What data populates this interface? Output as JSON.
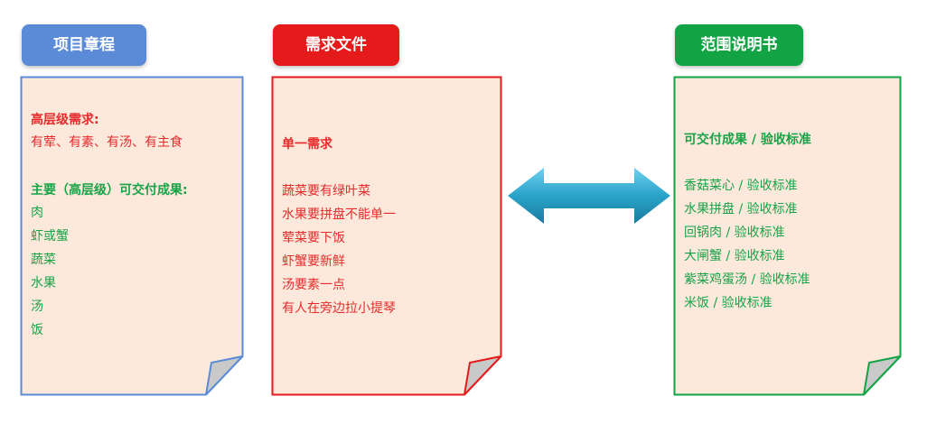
{
  "charter": {
    "title": "项目章程",
    "high_level_label": "高层级需求:",
    "high_level_text": "有荤、有素、有汤、有主食",
    "deliverables_label": "主要（高层级）可交付成果:",
    "items": [
      "肉",
      "虾或蟹",
      "蔬菜",
      "水果",
      "汤",
      "饭"
    ]
  },
  "requirements": {
    "title": "需求文件",
    "heading": "单一需求",
    "items": [
      "蔬菜要有绿叶菜",
      "水果要拼盘不能单一",
      "荤菜要下饭",
      "虾蟹要新鲜",
      "汤要素一点",
      "有人在旁边拉小提琴"
    ]
  },
  "scope": {
    "title": "范围说明书",
    "heading": "可交付成果 / 验收标准",
    "items": [
      "香菇菜心 / 验收标准",
      "水果拼盘 / 验收标准",
      "回锅肉 / 验收标准",
      "大闸蟹 / 验收标准",
      "紫菜鸡蛋汤 / 验收标准",
      "米饭 / 验收标准"
    ]
  },
  "colors": {
    "charter": "#5b8bd6",
    "requirements": "#e51a1a",
    "scope": "#12a444",
    "paper": "#fde9dc",
    "arrow": "#2aa3c8"
  }
}
